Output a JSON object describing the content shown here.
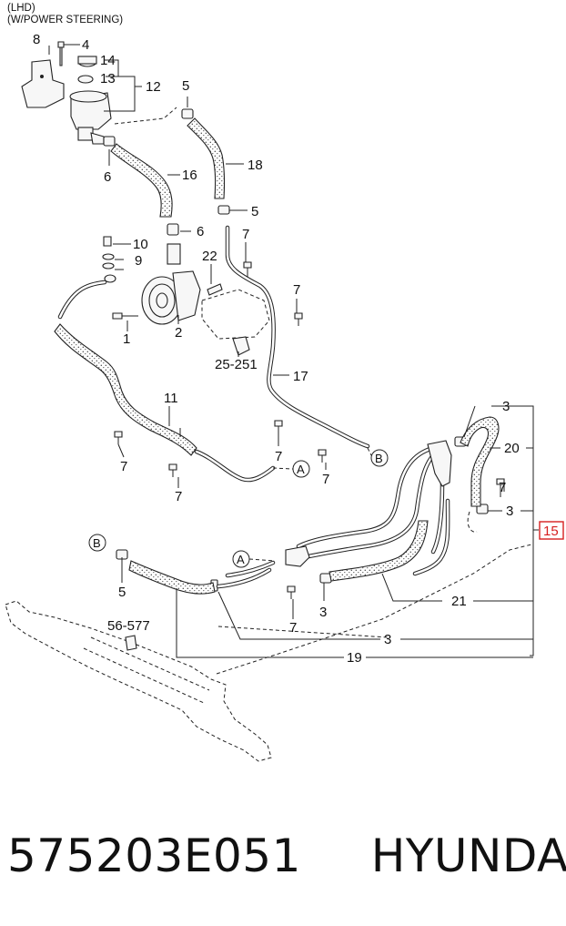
{
  "header": {
    "line1": "(LHD)",
    "line2": "(W/POWER STEERING)"
  },
  "callouts": {
    "c1": "1",
    "c2": "2",
    "c3a": "3",
    "c3b": "3",
    "c3c": "3",
    "c3d": "3",
    "c4": "4",
    "c5a": "5",
    "c5b": "5",
    "c5c": "5",
    "c6a": "6",
    "c6b": "6",
    "c7a": "7",
    "c7b": "7",
    "c7c": "7",
    "c7d": "7",
    "c7e": "7",
    "c7f": "7",
    "c7g": "7",
    "c7h": "7",
    "c8": "8",
    "c9": "9",
    "c10": "10",
    "c11": "11",
    "c12": "12",
    "c13": "13",
    "c14": "14",
    "c15": "15",
    "c16": "16",
    "c17": "17",
    "c18": "18",
    "c19": "19",
    "c20": "20",
    "c21": "21",
    "c22": "22",
    "ref25": "25-251",
    "ref56": "56-577"
  },
  "connectors": {
    "a1": "A",
    "a2": "A",
    "b1": "B",
    "b2": "B"
  },
  "highlight_color": "#d62020",
  "footer": {
    "part_number": "575203E051",
    "brand": "HYUNDAI"
  }
}
